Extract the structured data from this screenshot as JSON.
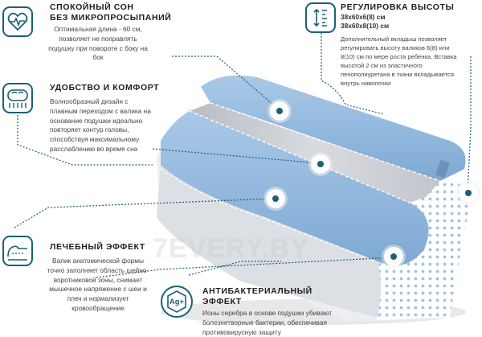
{
  "features": {
    "sleep": {
      "title_line1": "СПОКОЙНЫЙ СОН",
      "title_line2": "БЕЗ МИКРОПРОСЫПАНИЙ",
      "text": "Оптимальная длина - 60 см, позволяет не поправлять подушку при повороте с боку на бок",
      "icon": "heart-pulse-icon"
    },
    "comfort": {
      "title": "УДОБСТВО И КОМФОРТ",
      "text": "Волнообразный дизайн с плавным переходом с валика на основание подушки идеально повторяет контур головы, способствуя максимальному расслаблению во время сна",
      "icon": "wave-pillow-icon"
    },
    "therapeutic": {
      "title": "ЛЕЧЕБНЫЙ ЭФФЕКТ",
      "text": "Валик анатомической формы точно заполняет область шейно-воротниковой зоны, снимает мышечное напряжение с шеи и плеч и нормализует кровообращение",
      "icon": "neck-support-icon"
    },
    "height": {
      "title": "РЕГУЛИРОВКА ВЫСОТЫ",
      "size1": "38х60х6(8) см",
      "size2": "38х60х8(10) см",
      "text": "Дополнительный вкладыш позволяет регулировать высоту валиков 6(8) или 8(10) см по мере роста ребенка. Вставка высотой 2 см из эластичного пенополиуретана в ткани вкладывается внутрь наволочки",
      "icon": "height-arrows-icon"
    },
    "antibacterial": {
      "title_line1": "АНТИБАКТЕРИАЛЬНЫЙ",
      "title_line2": "ЭФФЕКТ",
      "text": "Ионы серебра в основе подушки убивают болезнетворные бактерии, обеспечивая противовирусную защиту",
      "icon_label": "Ag+",
      "icon": "silver-ion-icon"
    }
  },
  "watermark": "7EVERY.BY",
  "colors": {
    "accent": "#1d5f72",
    "pillow_blue": "#8fb8de",
    "pillow_gray": "#c9ccd2",
    "dots": "#9ec3e6"
  }
}
